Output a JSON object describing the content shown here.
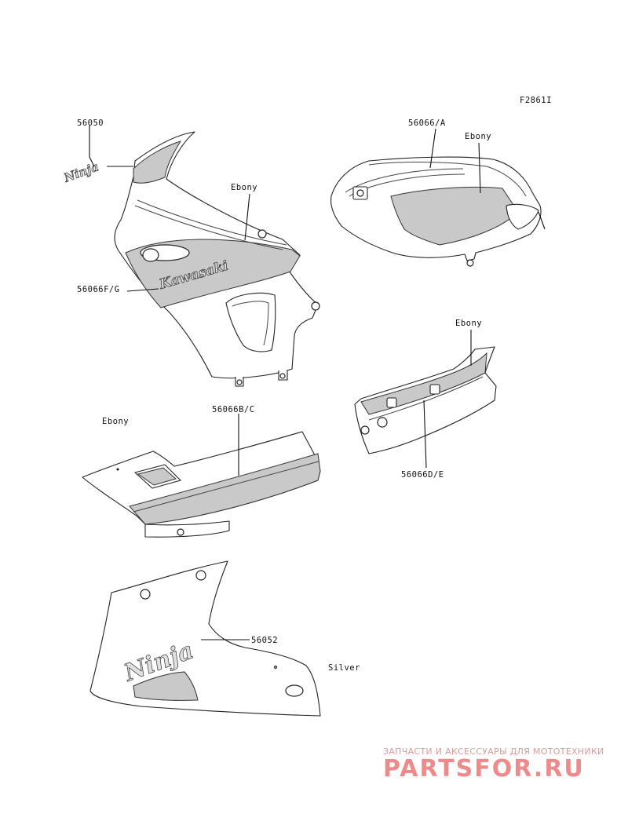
{
  "figure_code": "F2861I",
  "callouts": {
    "p56050": "56050",
    "p56066a": "56066/A",
    "ebony_tank": "Ebony",
    "ebony_upper": "Ebony",
    "p56066fg": "56066F/G",
    "ebony_right_cowl": "Ebony",
    "ebony_side": "Ebony",
    "p56066bc": "56066B/C",
    "p56066de": "56066D/E",
    "p56052": "56052",
    "silver": "Silver"
  },
  "decals": {
    "brand": "Kawasaki",
    "model_small": "Ninja",
    "model_large": "Ninja"
  },
  "watermark": {
    "tagline": "ЗАПЧАСТИ И АКСЕССУАРЫ ДЛЯ МОТОТЕХНИКИ",
    "logo": "PARTSFOR.RU"
  },
  "colors": {
    "line": "#222222",
    "shade": "#c9c9c9",
    "watermark": "#ef8a8a"
  }
}
